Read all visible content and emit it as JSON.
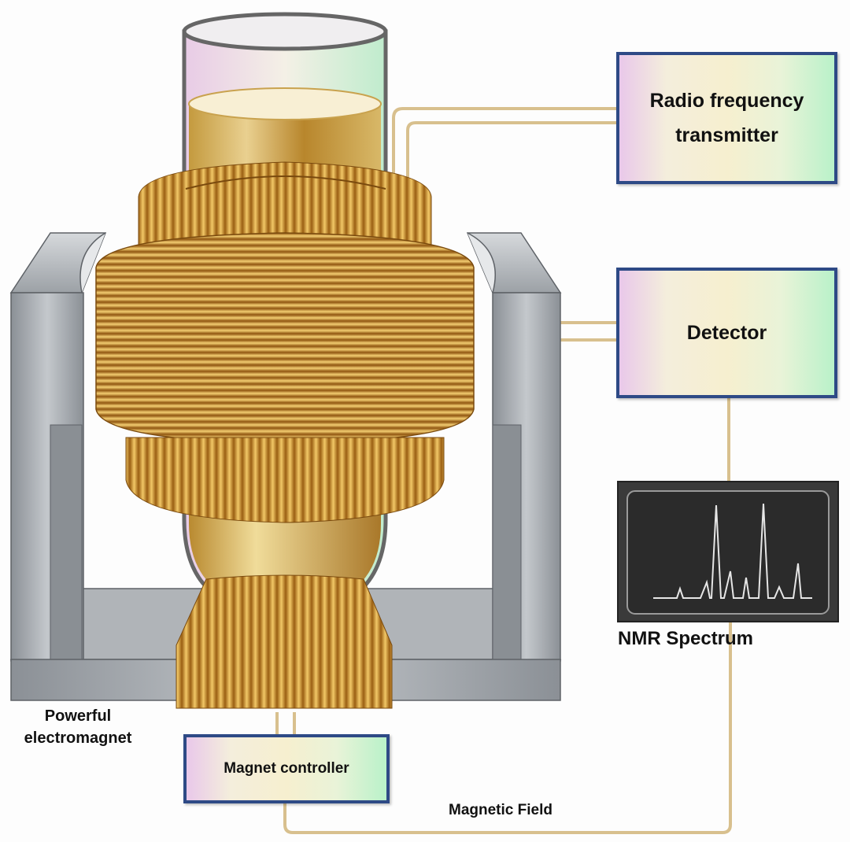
{
  "boxes": {
    "rf_transmitter": "Radio frequency transmitter",
    "detector": "Detector",
    "magnet_controller": "Magnet controller"
  },
  "labels": {
    "electromagnet": "Powerful electromagnet",
    "nmr_spectrum": "NMR Spectrum",
    "magnetic_field": "Magnetic Field"
  },
  "colors": {
    "box_border": "#2e4a86",
    "copper": "#c8892e",
    "magnet_steel": "#a9adb2",
    "wire": "#d8c08e",
    "screen": "#2b2b2b"
  }
}
